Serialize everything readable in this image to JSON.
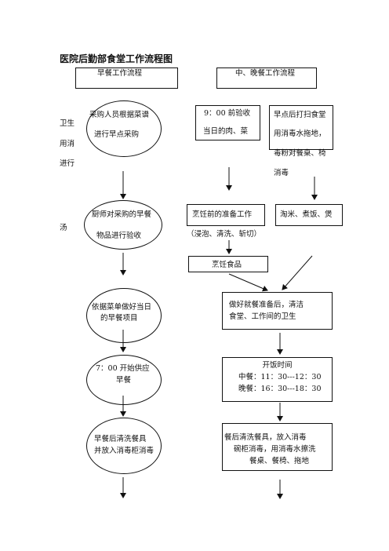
{
  "title": "医院后勤部食堂工作流程图",
  "headers": {
    "breakfast": "早餐工作流程",
    "lunch_dinner": "中、晚餐工作流程"
  },
  "side_labels": {
    "disinfect_1": "卫生",
    "disinfect_2": "用消",
    "disinfect_3": "进行",
    "soup": "汤"
  },
  "breakfast": {
    "step1_line1": "采购人员根据菜谱",
    "step1_line2": "进行早点采购",
    "step2_line1": "厨师对采购的早餐",
    "step2_line2": "物品进行验收",
    "step3_line1": "依据菜单做好当日",
    "step3_line2": "的早餐项目",
    "step4_line1": "7：00 开始供应",
    "step4_line2": "早餐",
    "step5_line1": "早餐后清洗餐具",
    "step5_line2": "并放入消毒柜消毒"
  },
  "lunch": {
    "inspect_line1": "9：00 前验收",
    "inspect_line2": "当日的肉、菜",
    "clean_line1": "早点后打扫食堂",
    "clean_line2": "用消毒水拖地，",
    "clean_line3": "毒粉对餐桌、椅",
    "clean_line4": "消毒",
    "prep_line1": "烹饪前的准备工作",
    "prep_line2": "（浸泡、清洗、斩切）",
    "rice": "淘米、煮饭、煲",
    "cook": "烹饪食品",
    "ready_line1": "做好就餐准备后，清洁",
    "ready_line2": "食堂、工作间的卫生",
    "open_line1": "开饭时间",
    "open_line2": "中餐：11：30---12：30",
    "open_line3": "晚餐：16：30---18：30",
    "after_line1": "餐后清洗餐具，放入消毒",
    "after_line2": "碗柜消毒，用消毒水擦洗",
    "after_line3": "餐桌、餐椅、拖地"
  }
}
